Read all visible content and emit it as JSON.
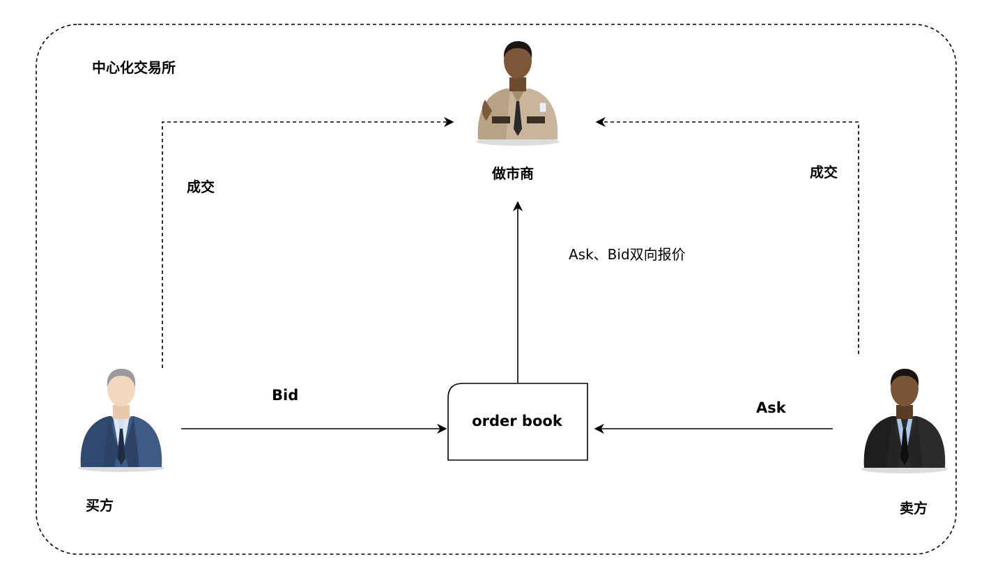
{
  "container": {
    "title": "中心化交易所"
  },
  "actors": {
    "market_maker": {
      "label": "做市商"
    },
    "buyer": {
      "label": "买方"
    },
    "seller": {
      "label": "卖方"
    }
  },
  "order_book": {
    "label": "order book"
  },
  "edges": {
    "buyer_trade": "成交",
    "seller_trade": "成交",
    "quote": "Ask、Bid双向报价",
    "bid": "Bid",
    "ask": "Ask"
  }
}
